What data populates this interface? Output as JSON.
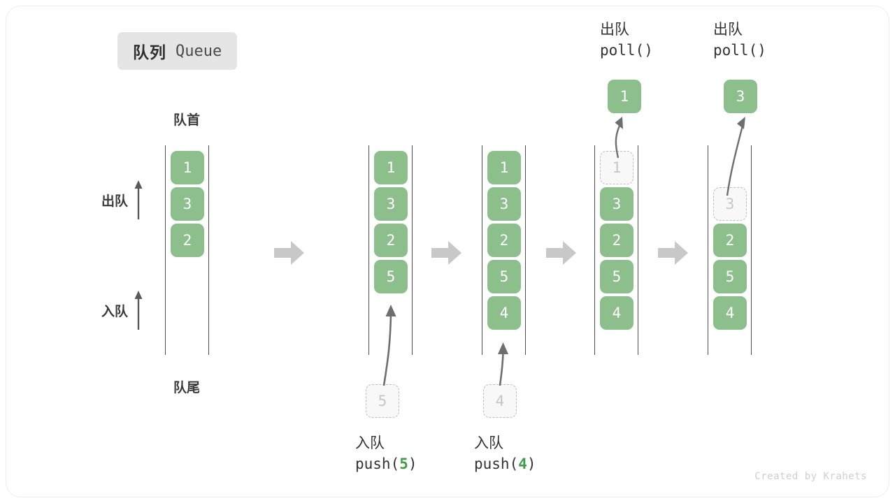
{
  "title": {
    "cn": "队列",
    "en": "Queue"
  },
  "labels": {
    "head": "队首",
    "tail": "队尾",
    "dequeue": "出队",
    "enqueue": "入队"
  },
  "credit": "Created by Krahets",
  "colors": {
    "cell_fill": "#8cbf8c",
    "cell_text": "#ffffff",
    "ghost_fill": "#f8f8f8",
    "ghost_border": "#bdbdbd",
    "ghost_text": "#c6c6c6",
    "rail": "#4d4d4d",
    "block_arrow": "#c8c8c8",
    "accent_number": "#3f9c48",
    "badge_bg": "#e5e5e5"
  },
  "side_ops": {
    "top": {
      "label": "出队",
      "arrow": "up-arrow-icon"
    },
    "bottom": {
      "label": "入队",
      "arrow": "up-arrow-icon"
    }
  },
  "columns": [
    {
      "id": "col-initial",
      "cells": [
        {
          "value": "1",
          "state": "solid"
        },
        {
          "value": "3",
          "state": "solid"
        },
        {
          "value": "2",
          "state": "solid"
        }
      ]
    },
    {
      "id": "col-after-push-5",
      "cells": [
        {
          "value": "1",
          "state": "solid"
        },
        {
          "value": "3",
          "state": "solid"
        },
        {
          "value": "2",
          "state": "solid"
        },
        {
          "value": "5",
          "state": "solid"
        }
      ],
      "input_ghost": "5",
      "caption": {
        "line1": "入队",
        "op": "push(",
        "num": "5",
        "close": ")"
      }
    },
    {
      "id": "col-after-push-4",
      "cells": [
        {
          "value": "1",
          "state": "solid"
        },
        {
          "value": "3",
          "state": "solid"
        },
        {
          "value": "2",
          "state": "solid"
        },
        {
          "value": "5",
          "state": "solid"
        },
        {
          "value": "4",
          "state": "solid"
        }
      ],
      "input_ghost": "4",
      "caption": {
        "line1": "入队",
        "op": "push(",
        "num": "4",
        "close": ")"
      }
    },
    {
      "id": "col-after-poll-1",
      "cells": [
        {
          "value": "1",
          "state": "ghost"
        },
        {
          "value": "3",
          "state": "solid"
        },
        {
          "value": "2",
          "state": "solid"
        },
        {
          "value": "5",
          "state": "solid"
        },
        {
          "value": "4",
          "state": "solid"
        }
      ],
      "popped": "1",
      "caption_top": {
        "line1": "出队",
        "line2": "poll()"
      }
    },
    {
      "id": "col-after-poll-3",
      "cells": [
        {
          "value": "",
          "state": "blank"
        },
        {
          "value": "3",
          "state": "ghost"
        },
        {
          "value": "2",
          "state": "solid"
        },
        {
          "value": "5",
          "state": "solid"
        },
        {
          "value": "4",
          "state": "solid"
        }
      ],
      "popped": "3",
      "caption_top": {
        "line1": "出队",
        "line2": "poll()"
      }
    }
  ],
  "block_arrows": [
    {
      "id": "arrow-1"
    },
    {
      "id": "arrow-2"
    },
    {
      "id": "arrow-3"
    },
    {
      "id": "arrow-4"
    }
  ]
}
